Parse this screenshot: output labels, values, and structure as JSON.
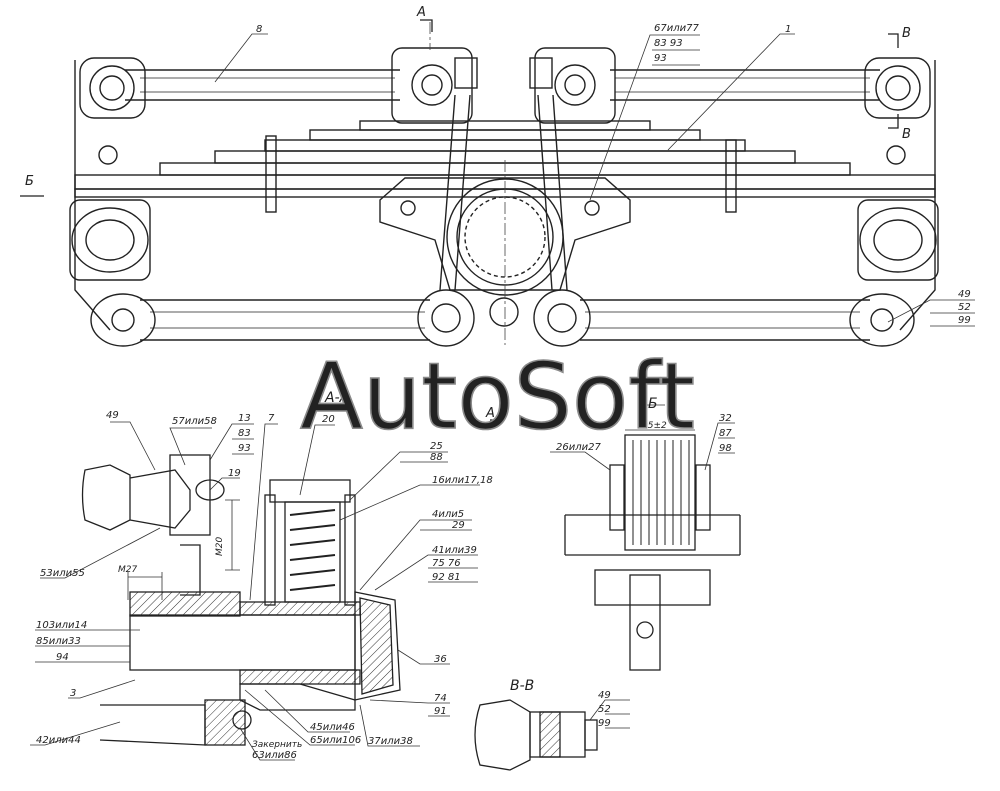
{
  "watermark": "AutoSoft",
  "sections": {
    "aa": "А-А",
    "b": "Б",
    "vv": "В-В"
  },
  "markers": {
    "a_top": "А",
    "a_mid": "А",
    "b_left": "Б",
    "v_top": "В",
    "v_bottom": "В"
  },
  "dimensions": {
    "m27": "M27",
    "m20": "M20",
    "b_width": "95±2"
  },
  "note": "Закернить",
  "labels": {
    "n8": "8",
    "n1": "1",
    "c67_1": "67или77",
    "c67_2": "83    93",
    "c67_3": "93",
    "c49top_1": "49",
    "c49top_2": "52",
    "c49top_3": "99",
    "n49": "49",
    "n57": "57или58",
    "c13_1": "13",
    "c13_2": "83",
    "c13_3": "93",
    "n19": "19",
    "n53": "53или55",
    "n7": "7",
    "n20": "20",
    "c25_1": "25",
    "c25_2": "88",
    "n16": "16или17,18",
    "c4_1": "4или5",
    "c4_2": "29",
    "c41_1": "41или39",
    "c41_2": "75    76",
    "c41_3": "92    81",
    "n36": "36",
    "c74_1": "74",
    "c74_2": "91",
    "n37": "37или38",
    "n45": "45или46",
    "n65": "65или106",
    "n63": "63или86",
    "n42": "42или44",
    "n3": "3",
    "c103_1": "103или14",
    "c103_2": "85или33",
    "c103_3": "94",
    "n26": "26или27",
    "c32_1": "32",
    "c32_2": "87",
    "c32_3": "98",
    "cvv_1": "49",
    "cvv_2": "52",
    "cvv_3": "99"
  }
}
